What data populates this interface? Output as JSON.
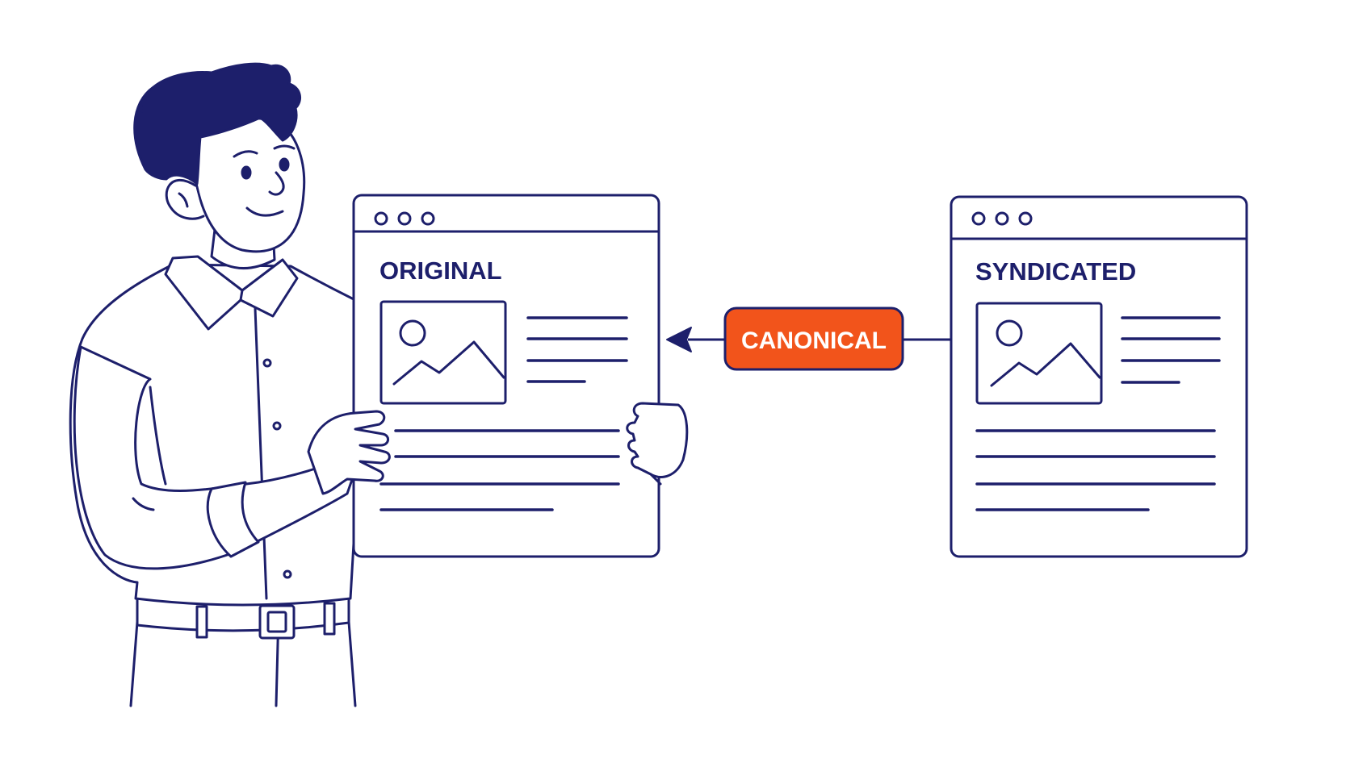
{
  "colors": {
    "ink": "#1d1f6b",
    "accent": "#f2541b",
    "accent_text": "#ffffff",
    "background": "#ffffff"
  },
  "original_window": {
    "title": "ORIGINAL",
    "image_icon": "image-placeholder-icon"
  },
  "syndicated_window": {
    "title": "SYNDICATED",
    "image_icon": "image-placeholder-icon"
  },
  "connector": {
    "label": "CANONICAL",
    "arrow_icon": "arrow-left-icon"
  },
  "figure": {
    "icon": "person-holding-page-illustration"
  }
}
